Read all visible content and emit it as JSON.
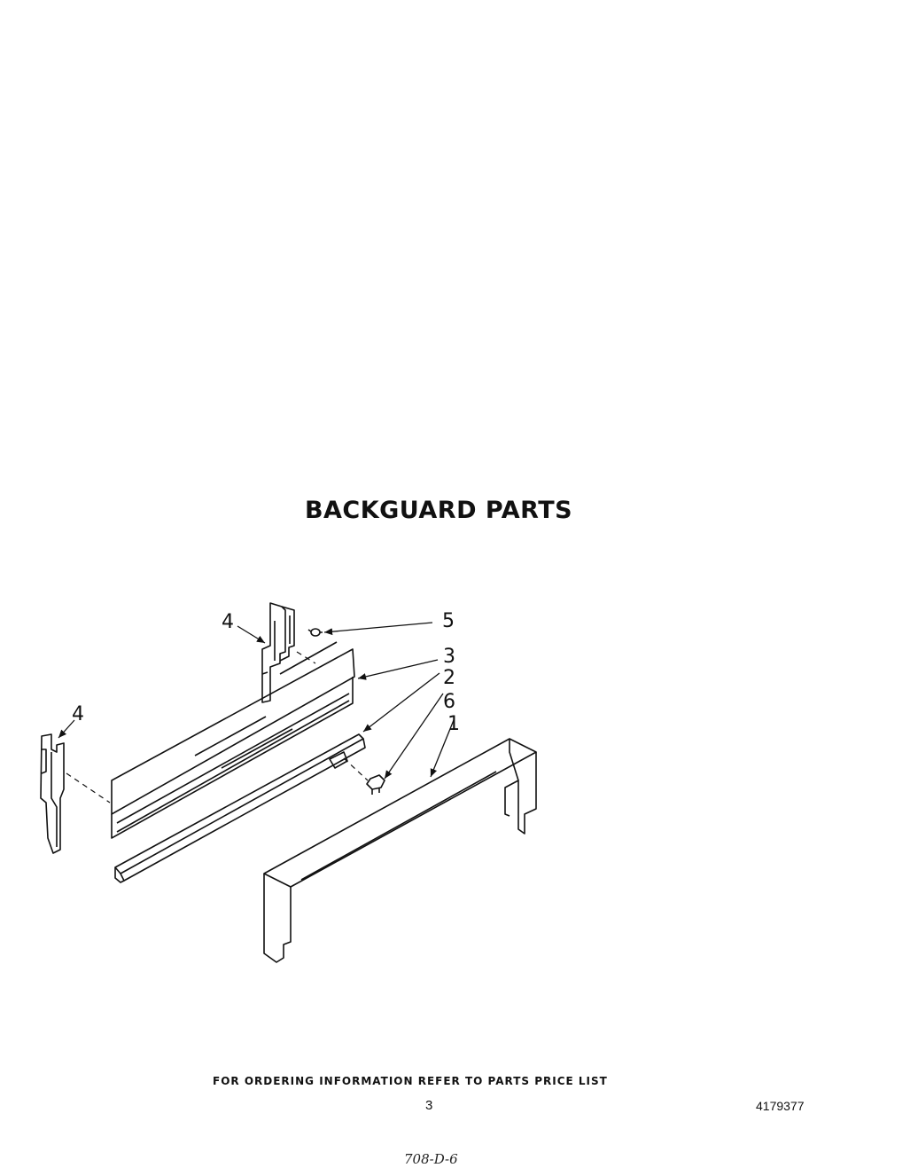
{
  "title": "BACKGUARD PARTS",
  "callouts": {
    "c1": "1",
    "c2": "2",
    "c3": "3",
    "c4_upper": "4",
    "c4_left": "4",
    "c5": "5",
    "c6": "6"
  },
  "footer": {
    "ordering_text": "FOR ORDERING INFORMATION REFER TO PARTS PRICE LIST",
    "page_number": "3",
    "doc_number": "4179377",
    "handwritten_note": "708-D-6"
  }
}
